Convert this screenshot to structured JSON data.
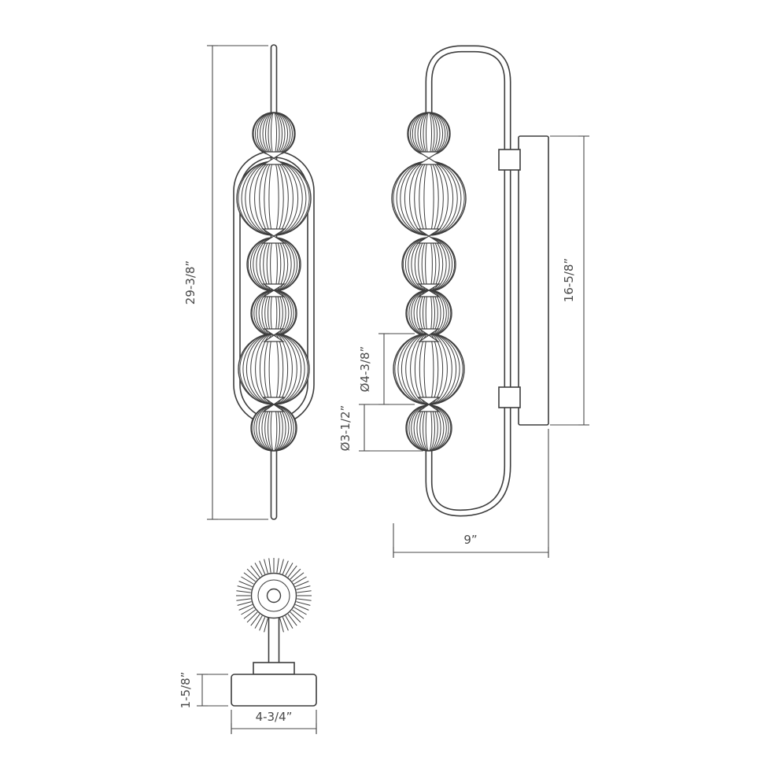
{
  "drawing": {
    "kind": "wall-sconce-dimension-drawing"
  },
  "dimensions": {
    "overall_height": "29-3/8”",
    "backplate_height": "16-5/8”",
    "large_globe_diameter": "Ø4-3/8”",
    "small_globe_diameter": "Ø3-1/2”",
    "overall_depth": "9”",
    "canopy_height": "1-5/8”",
    "canopy_width": "4-3/4”"
  },
  "colors": {
    "line": "#3d3d3d",
    "dimension": "#4a4a4a",
    "background": "#ffffff"
  }
}
